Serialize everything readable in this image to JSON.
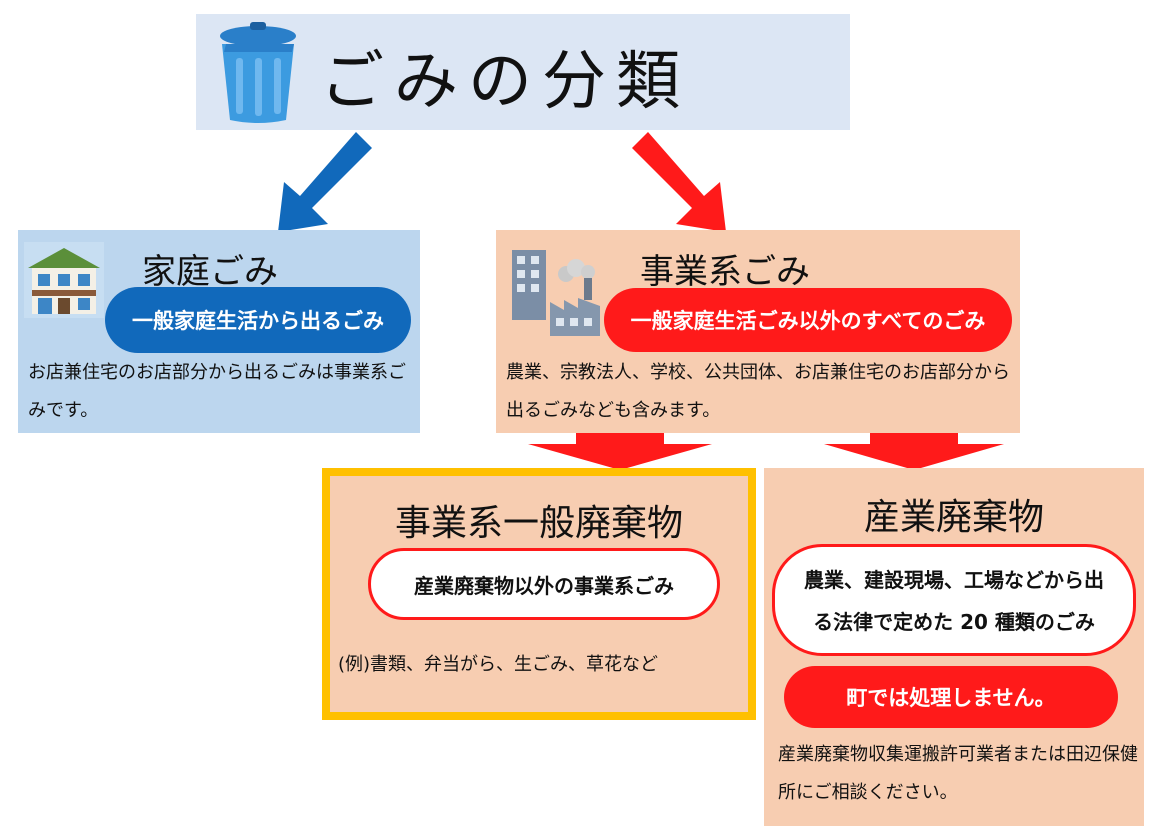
{
  "title": "ごみの分類",
  "household": {
    "title": "家庭ごみ",
    "pill": "一般家庭生活から出るごみ",
    "note": "お店兼住宅のお店部分から出るごみは事業系ごみです。"
  },
  "business": {
    "title": "事業系ごみ",
    "pill": "一般家庭生活ごみ以外のすべてのごみ",
    "note": "農業、宗教法人、学校、公共団体、お店兼住宅のお店部分から出るごみなども含みます。"
  },
  "general_waste": {
    "title": "事業系一般廃棄物",
    "pill": "産業廃棄物以外の事業系ごみ",
    "example": "(例)書類、弁当がら、生ごみ、草花など"
  },
  "industrial_waste": {
    "title": "産業廃棄物",
    "pill_line1": "農業、建設現場、工場などから出",
    "pill_line2": "る法律で定めた 20 種類のごみ",
    "notice": "町では処理しません。",
    "note": "産業廃棄物収集運搬許可業者または田辺保健所にご相談ください。"
  },
  "colors": {
    "title_bg": "#dce6f4",
    "household_bg": "#bcd6ee",
    "household_accent": "#1169bb",
    "business_bg": "#f7cdb1",
    "business_accent": "#ff1a1a",
    "general_border": "#ffc000"
  },
  "icons": {
    "title": "trash-can-icon",
    "household": "house-icon",
    "business": "building-factory-icon"
  }
}
